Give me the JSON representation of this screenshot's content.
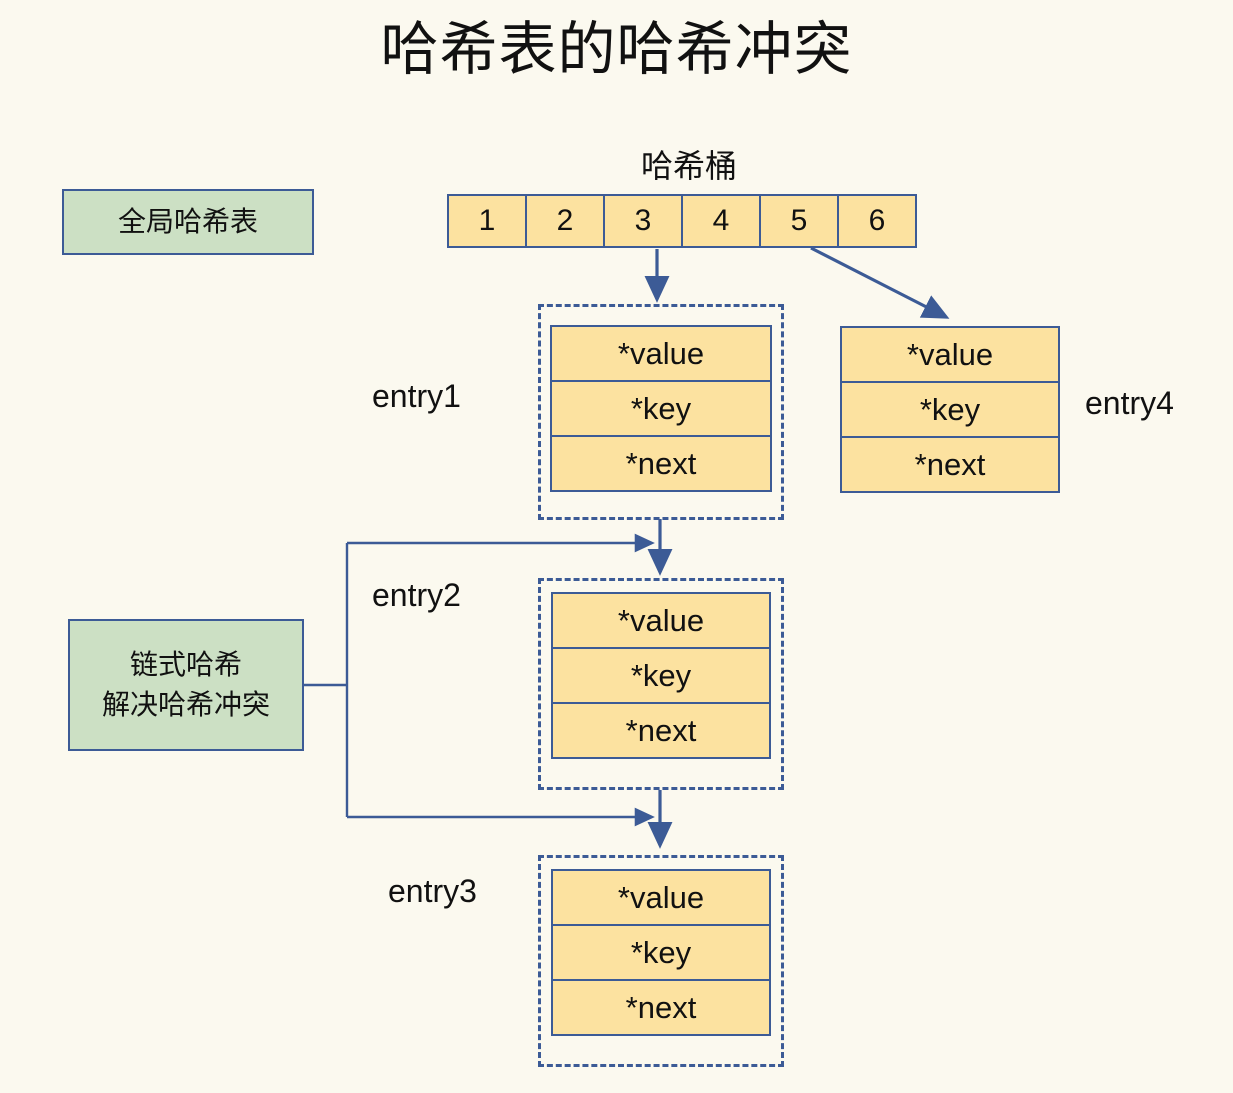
{
  "page": {
    "title": "哈希表的哈希冲突",
    "background_color": "#FBF9EF",
    "accent_border_color": "#3C5B96",
    "entry_fill_color": "#FCE2A0",
    "note_fill_color": "#CCE0C4"
  },
  "bucket": {
    "caption": "哈希桶",
    "cells": [
      "1",
      "2",
      "3",
      "4",
      "5",
      "6"
    ]
  },
  "notes": {
    "global": "全局哈希表",
    "chain_line1": "链式哈希",
    "chain_line2": "解决哈希冲突"
  },
  "entries": [
    {
      "label": "entry1",
      "dashed": true,
      "fields": [
        "*value",
        "*key",
        "*next"
      ]
    },
    {
      "label": "entry2",
      "dashed": true,
      "fields": [
        "*value",
        "*key",
        "*next"
      ]
    },
    {
      "label": "entry3",
      "dashed": true,
      "fields": [
        "*value",
        "*key",
        "*next"
      ]
    },
    {
      "label": "entry4",
      "dashed": false,
      "fields": [
        "*value",
        "*key",
        "*next"
      ]
    }
  ]
}
